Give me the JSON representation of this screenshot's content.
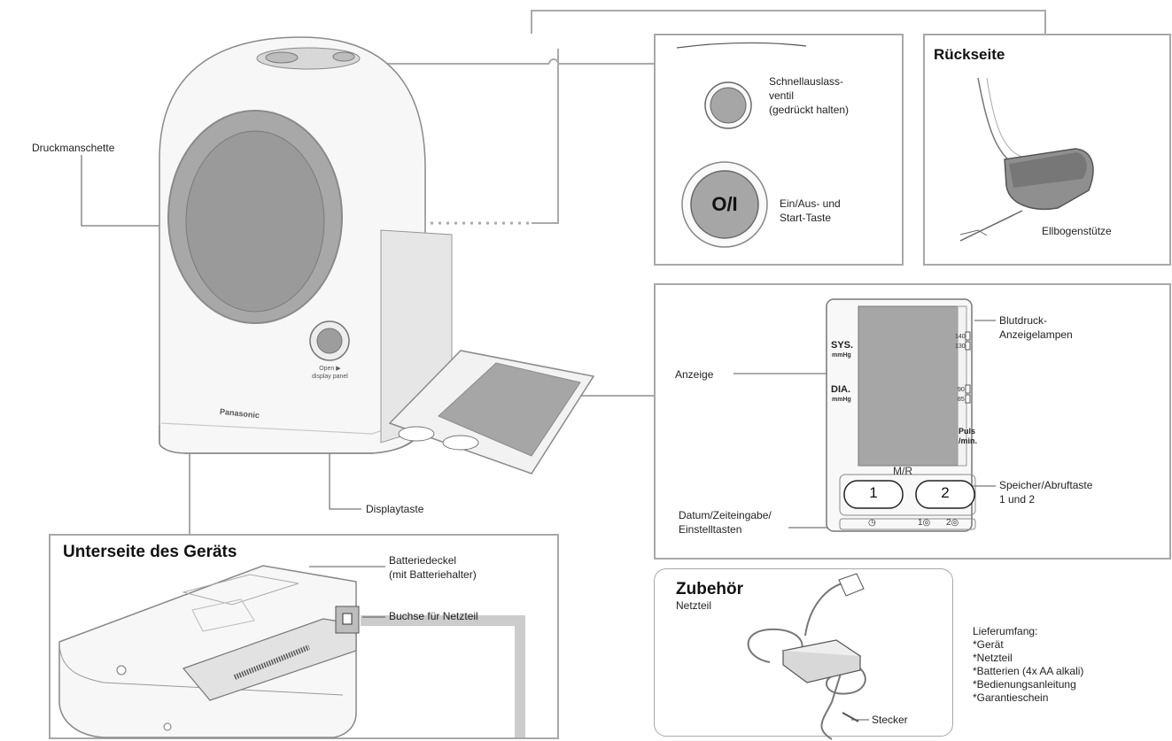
{
  "main": {
    "labels": {
      "cuff": "Druckmanschette",
      "display_button": "Displaytaste",
      "brand": "Panasonic",
      "open_hint_line1": "Open ▶",
      "open_hint_line2": "display panel"
    }
  },
  "top_controls": {
    "release_valve_line1": "Schnellauslass-",
    "release_valve_line2": "ventil",
    "release_valve_line3": "(gedrückt halten)",
    "power_symbol": "O/I",
    "power_line1": "Ein/Aus- und",
    "power_line2": "Start-Taste"
  },
  "back": {
    "title": "Rückseite",
    "elbow_rest": "Ellbogenstütze"
  },
  "display": {
    "anzeige": "Anzeige",
    "sys": "SYS.",
    "dia": "DIA.",
    "unit": "mmHg",
    "puls_line1": "Puls",
    "puls_line2": "/min.",
    "lamp_values": [
      "140",
      "130",
      "90",
      "85"
    ],
    "lamps_label_line1": "Blutdruck-",
    "lamps_label_line2": "Anzeigelampen",
    "mr": "M/R",
    "mem1": "1",
    "mem2": "2",
    "memory_line1": "Speicher/Abruftaste",
    "memory_line2": "1 und 2",
    "datetime_line1": "Datum/Zeiteingabe/",
    "datetime_line2": "Einstelltasten",
    "set_symbols": [
      "◷",
      "1◎",
      "2◎"
    ]
  },
  "bottom": {
    "title": "Unterseite des Geräts",
    "battery_line1": "Batteriedeckel",
    "battery_line2": "(mit Batteriehalter)",
    "socket": "Buchse für Netzteil"
  },
  "accessories": {
    "title": "Zubehör",
    "adapter": "Netzteil",
    "plug": "Stecker"
  },
  "contents": {
    "heading": "Lieferumfang:",
    "items": [
      "*Gerät",
      "*Netzteil",
      "*Batterien (4x AA alkali)",
      "*Bedienungsanleitung",
      "*Garantieschein"
    ]
  },
  "colors": {
    "box_border": "#a8a8a8",
    "device_gray": "#9a9a9a",
    "lcd_gray": "#a6a6a6"
  }
}
